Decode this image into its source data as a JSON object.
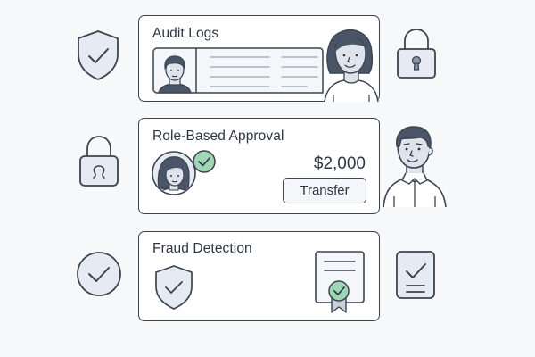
{
  "colors": {
    "background": "#f7f8fa",
    "card_bg": "#ffffff",
    "stroke": "#3c4450",
    "icon_fill": "#e6eaf2",
    "accent_green": "#9fd6b5",
    "hair": "#4a5568",
    "skin": "#dfe4ec"
  },
  "cards": {
    "audit": {
      "title": "Audit Logs",
      "log_lines": 4
    },
    "approval": {
      "title": "Role-Based Approval",
      "amount": "$2,000",
      "button_label": "Transfer"
    },
    "fraud": {
      "title": "Fraud Detection"
    }
  },
  "side_icons": {
    "left": [
      "shield-check-icon",
      "padlock-user-icon",
      "check-circle-icon"
    ],
    "right": [
      "padlock-keyhole-icon",
      "man-avatar",
      "document-check-icon"
    ]
  }
}
